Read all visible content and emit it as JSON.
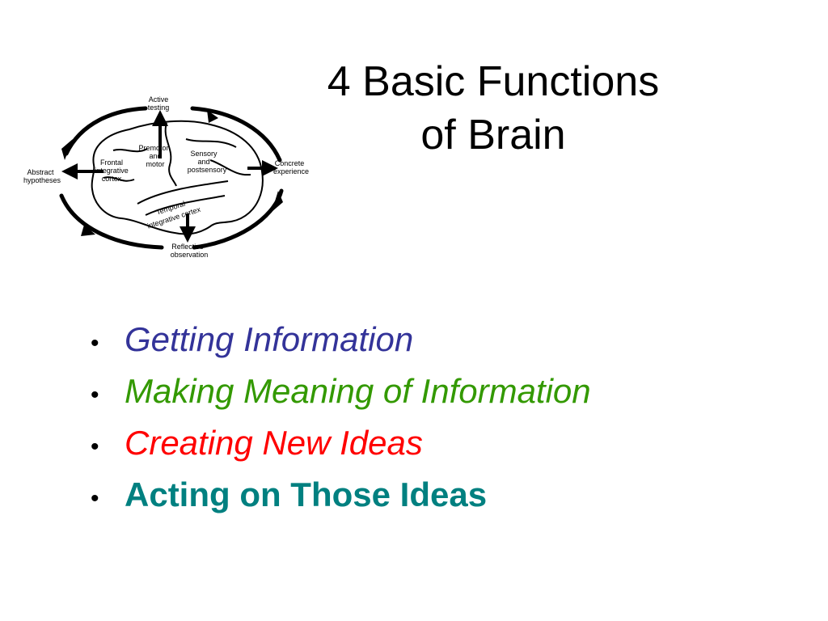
{
  "slide": {
    "title_line1": "4 Basic Functions",
    "title_line2": "of Brain"
  },
  "diagram": {
    "labels": {
      "active": "Active",
      "testing": "testing",
      "abstract": "Abstract",
      "hypotheses": "hypotheses",
      "concrete": "Concrete",
      "experience": "experience",
      "reflective": "Reflective",
      "observation": "observation",
      "premotor": "Premotor",
      "and1": "and",
      "motor": "motor",
      "frontal": "Frontal",
      "integrative": "integrative",
      "cortex": "cortex",
      "sensory": "Sensory",
      "and2": "and",
      "postsensory": "postsensory",
      "temporal": "Temporal",
      "temporal_integrative": "integrative cortex"
    }
  },
  "bullets": [
    {
      "text": "Getting Information",
      "color": "#333399"
    },
    {
      "text": "Making Meaning of Information",
      "color": "#339900"
    },
    {
      "text": "Creating New Ideas",
      "color": "#ff0000"
    },
    {
      "text": "Acting on Those Ideas",
      "color": "#008080"
    }
  ],
  "bullet_symbol": "•"
}
